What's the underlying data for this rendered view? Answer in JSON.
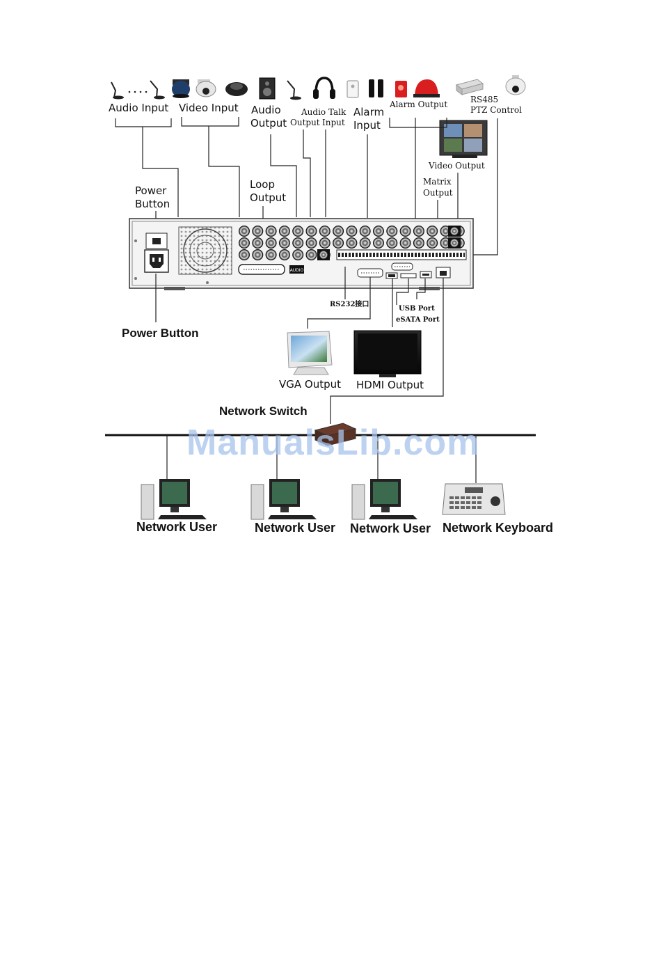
{
  "labels": {
    "audio_input": "Audio Input",
    "video_input": "Video Input",
    "audio_output_1": "Audio",
    "audio_output_2": "Output",
    "audio_talk": "Audio Talk",
    "talk_output": "Output",
    "talk_input": "Input",
    "alarm_input_1": "Alarm",
    "alarm_input_2": "Input",
    "alarm_output": "Alarm Output",
    "rs485": "RS485",
    "ptz_control": "PTZ Control",
    "video_output": "Video Output",
    "matrix_output_1": "Matrix",
    "matrix_output_2": "Output",
    "loop_output_1": "Loop",
    "loop_output_2": "Output",
    "power_button_top_1": "Power",
    "power_button_top_2": "Button",
    "power_button_bottom": "Power Button",
    "rs232": "RS232接口",
    "usb_port": "USB Port",
    "esata_port": "eSATA Port",
    "vga_output": "VGA Output",
    "hdmi_output": "HDMI Output",
    "network_switch": "Network Switch",
    "network_user_1": "Network User",
    "network_user_2": "Network User",
    "network_user_3": "Network User",
    "network_keyboard": "Network Keyboard",
    "panel_audio": "AUDIO"
  },
  "watermark": "ManualsLib.com",
  "colors": {
    "line": "#222222",
    "panel": "#f2f2f2",
    "watermark": "#a8c4ec",
    "alarm_red": "#d81e1e"
  }
}
